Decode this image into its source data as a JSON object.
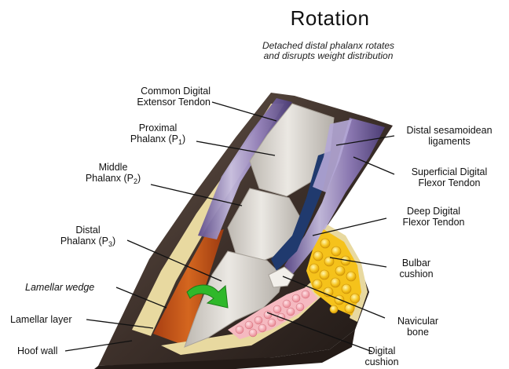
{
  "title": "Rotation",
  "subtitle_line1": "Detached distal phalanx rotates",
  "subtitle_line2": "and disrupts weight distribution",
  "labels": {
    "common_digital_extensor_1": "Common Digital",
    "common_digital_extensor_2": "Extensor Tendon",
    "proximal_phalanx_1": "Proximal",
    "proximal_phalanx_2_text": "Phalanx",
    "proximal_phalanx_p": "P",
    "proximal_phalanx_sub": "1",
    "middle_phalanx_1": "Middle",
    "middle_phalanx_2_text": "Phalanx",
    "middle_phalanx_p": "P",
    "middle_phalanx_sub": "2",
    "distal_phalanx_1": "Distal",
    "distal_phalanx_2_text": "Phalanx",
    "distal_phalanx_p": "P",
    "distal_phalanx_sub": "3",
    "lamellar_wedge": "Lamellar wedge",
    "lamellar_layer": "Lamellar layer",
    "hoof_wall": "Hoof wall",
    "distal_sesamoidean_1": "Distal sesamoidean",
    "distal_sesamoidean_2": "ligaments",
    "superficial_digital_1": "Superficial Digital",
    "superficial_digital_2": "Flexor Tendon",
    "deep_digital_1": "Deep Digital",
    "deep_digital_2": "Flexor Tendon",
    "bulbar_cushion_1": "Bulbar",
    "bulbar_cushion_2": "cushion",
    "navicular_bone_1": "Navicular",
    "navicular_bone_2": "bone",
    "digital_cushion_1": "Digital",
    "digital_cushion_2": "cushion"
  },
  "colors": {
    "hoof_wall": "#4a3b33",
    "lamellar_layer": "#e8d9a0",
    "lamellar_wedge": "#c8561f",
    "bone": "#dcd8d2",
    "tendon": "#8f7cb8",
    "bulbar_cushion": "#f5c21b",
    "digital_cushion": "#f2a0a8",
    "rotation_arrow": "#2fb82a",
    "leader_lines": "#111111"
  },
  "icons": {
    "rotation_arrow": "curved-arrow-right"
  }
}
